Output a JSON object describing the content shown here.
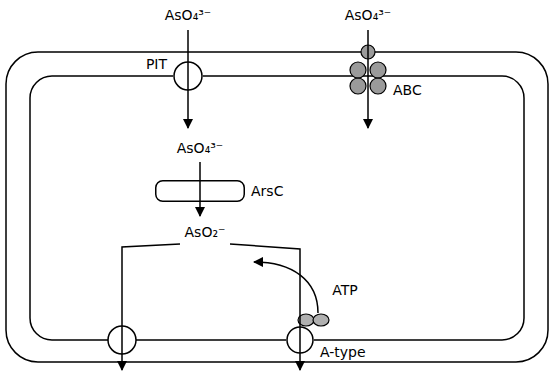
{
  "diagram": {
    "nodes": [
      {
        "text": [
          "PIT"
        ]
      },
      {
        "text": [
          "ABC"
        ]
      },
      {
        "text": [
          "ArsC"
        ]
      },
      {
        "text": [
          "A-type"
        ]
      }
    ],
    "labels": [
      "AsO₄³⁻",
      "AsO₄³⁻",
      "AsO₄³⁻",
      "AsO₂⁻",
      "ATP"
    ]
  }
}
